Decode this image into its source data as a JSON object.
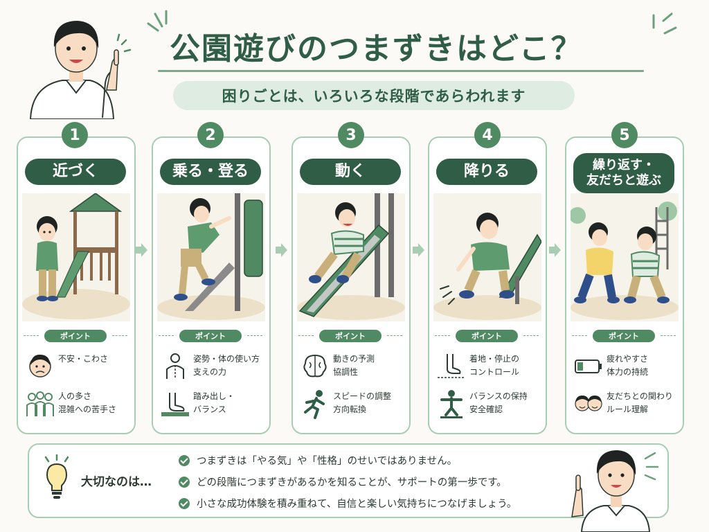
{
  "header": {
    "title": "公園遊びのつまずきはどこ？",
    "subtitle": "困りごとは、いろいろな段階であらわれます"
  },
  "stages": [
    {
      "number": "1",
      "label": "近づく",
      "point_label": "ポイント",
      "points": [
        {
          "icon": "worried-face-icon",
          "text": "不安・こわさ"
        },
        {
          "icon": "crowd-icon",
          "text": "人の多さ\n混雑への苦手さ"
        }
      ]
    },
    {
      "number": "2",
      "label": "乗る・登る",
      "point_label": "ポイント",
      "points": [
        {
          "icon": "posture-icon",
          "text": "姿勢・体の使い方\n支えの力"
        },
        {
          "icon": "foot-step-icon",
          "text": "踏み出し・\nバランス"
        }
      ]
    },
    {
      "number": "3",
      "label": "動く",
      "point_label": "ポイント",
      "points": [
        {
          "icon": "brain-icon",
          "text": "動きの予測\n協調性"
        },
        {
          "icon": "running-icon",
          "text": "スピードの調整\n方向転換"
        }
      ]
    },
    {
      "number": "4",
      "label": "降りる",
      "point_label": "ポイント",
      "points": [
        {
          "icon": "landing-foot-icon",
          "text": "着地・停止の\nコントロール"
        },
        {
          "icon": "balance-icon",
          "text": "バランスの保持\n安全確認"
        }
      ]
    },
    {
      "number": "5",
      "label": "繰り返す・\n友だちと遊ぶ",
      "point_label": "ポイント",
      "points": [
        {
          "icon": "low-battery-icon",
          "text": "疲れやすさ\n体力の持続"
        },
        {
          "icon": "friends-icon",
          "text": "友だちとの関わり\nルール理解"
        }
      ]
    }
  ],
  "summary": {
    "heading": "大切なのは…",
    "bullets": [
      "つまずきは「やる気」や「性格」のせいではありません。",
      "どの段階につまずきがあるかを知ることが、サポートの第一歩です。",
      "小さな成功体験を積み重ねて、自信と楽しい気持ちにつなげましょう。"
    ]
  },
  "colors": {
    "primary_dark": "#2f5d46",
    "primary": "#4f8a63",
    "border": "#a8cdb2",
    "pill_light": "#dfece2"
  }
}
